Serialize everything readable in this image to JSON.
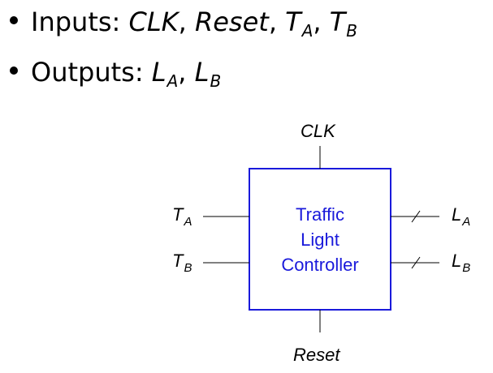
{
  "bullets": {
    "inputs": {
      "label": "Inputs:",
      "clk": "CLK",
      "sep1": ",",
      "reset": "Reset",
      "sep2": ",",
      "ta_base": "T",
      "ta_sub": "A",
      "sep3": ",",
      "tb_base": "T",
      "tb_sub": "B"
    },
    "outputs": {
      "label": "Outputs:",
      "la_base": "L",
      "la_sub": "A",
      "sep1": ",",
      "lb_base": "L",
      "lb_sub": "B"
    }
  },
  "diagram": {
    "block_lines": [
      "Traffic",
      "Light",
      "Controller"
    ],
    "clk": "CLK",
    "reset": "Reset",
    "ta_base": "T",
    "ta_sub": "A",
    "tb_base": "T",
    "tb_sub": "B",
    "la_base": "L",
    "la_sub": "A",
    "lb_base": "L",
    "lb_sub": "B"
  },
  "colors": {
    "block": "#1a1adb",
    "wire": "#000000",
    "text": "#000000"
  }
}
